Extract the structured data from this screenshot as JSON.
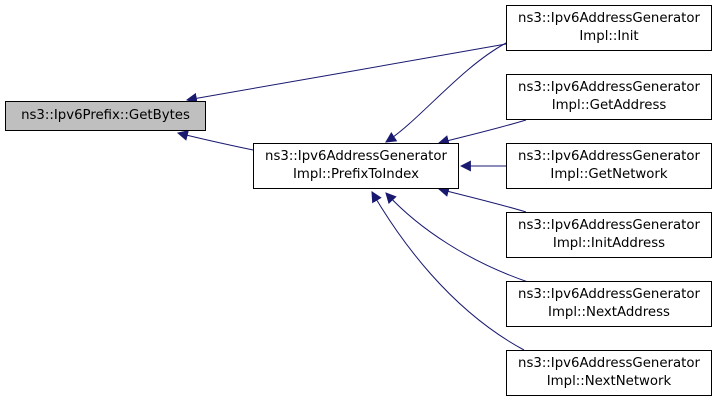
{
  "diagram": {
    "colors": {
      "edge": "#191970",
      "node_border": "#000000",
      "node_fill": "#ffffff",
      "focus_fill": "#bfbfbf"
    },
    "nodes": [
      {
        "id": "getbytes",
        "lines": [
          "ns3::Ipv6Prefix::GetBytes"
        ],
        "focus": true
      },
      {
        "id": "prefixtoindex",
        "lines": [
          "ns3::Ipv6AddressGenerator",
          "Impl::PrefixToIndex"
        ],
        "focus": false
      },
      {
        "id": "init",
        "lines": [
          "ns3::Ipv6AddressGenerator",
          "Impl::Init"
        ],
        "focus": false
      },
      {
        "id": "getaddress",
        "lines": [
          "ns3::Ipv6AddressGenerator",
          "Impl::GetAddress"
        ],
        "focus": false
      },
      {
        "id": "getnetwork",
        "lines": [
          "ns3::Ipv6AddressGenerator",
          "Impl::GetNetwork"
        ],
        "focus": false
      },
      {
        "id": "initaddress",
        "lines": [
          "ns3::Ipv6AddressGenerator",
          "Impl::InitAddress"
        ],
        "focus": false
      },
      {
        "id": "nextaddress",
        "lines": [
          "ns3::Ipv6AddressGenerator",
          "Impl::NextAddress"
        ],
        "focus": false
      },
      {
        "id": "nextnetwork",
        "lines": [
          "ns3::Ipv6AddressGenerator",
          "Impl::NextNetwork"
        ],
        "focus": false
      }
    ],
    "edges": [
      {
        "from": "init",
        "to": "getbytes"
      },
      {
        "from": "prefixtoindex",
        "to": "getbytes"
      },
      {
        "from": "init",
        "to": "prefixtoindex"
      },
      {
        "from": "getaddress",
        "to": "prefixtoindex"
      },
      {
        "from": "getnetwork",
        "to": "prefixtoindex"
      },
      {
        "from": "initaddress",
        "to": "prefixtoindex"
      },
      {
        "from": "nextaddress",
        "to": "prefixtoindex"
      },
      {
        "from": "nextnetwork",
        "to": "prefixtoindex"
      }
    ]
  }
}
